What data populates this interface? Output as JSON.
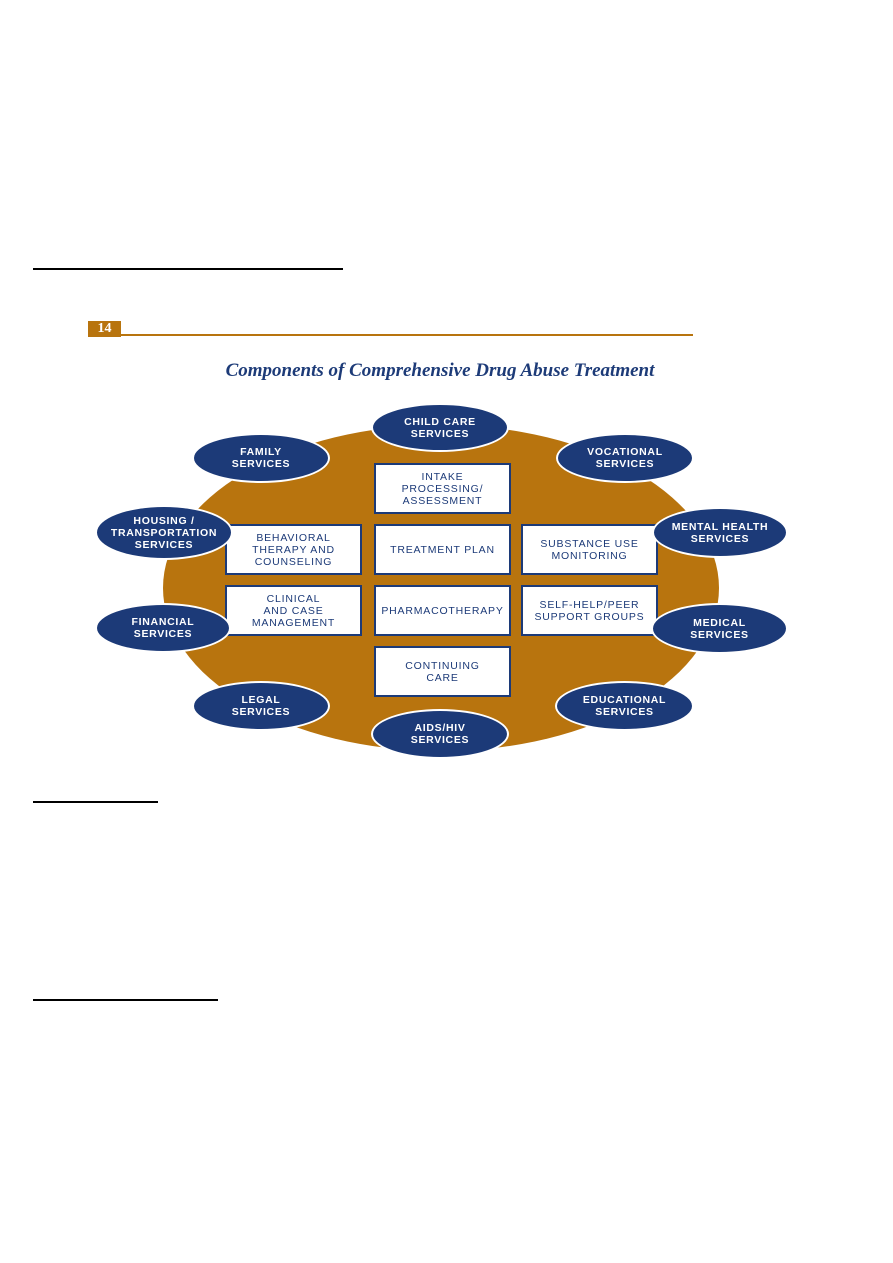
{
  "page_number": "14",
  "diagram": {
    "title": "Components of Comprehensive Drug Abuse Treatment",
    "outer_services": {
      "child_care": "Child Care\nServices",
      "vocational": "Vocational\nServices",
      "family": "Family\nServices",
      "housing": "Housing /\nTransportation\nServices",
      "mental_health": "Mental Health\nServices",
      "financial": "Financial\nServices",
      "medical": "Medical\nServices",
      "legal": "Legal\nServices",
      "educational": "Educational\nServices",
      "aids_hiv": "AIDS/HIV\nServices"
    },
    "core_components": {
      "intake": "Intake\nProcessing/\nAssessment",
      "behavioral": "Behavioral\nTherapy and\nCounseling",
      "treatment_plan": "Treatment Plan",
      "substance_use": "Substance Use\nMonitoring",
      "clinical": "Clinical\nand Case\nManagement",
      "pharmacotherapy": "Pharmacotherapy",
      "self_help": "Self-Help/Peer\nSupport Groups",
      "continuing_care": "Continuing\nCare"
    }
  },
  "colors": {
    "navy": "#1c3a78",
    "gold": "#b8740e"
  }
}
